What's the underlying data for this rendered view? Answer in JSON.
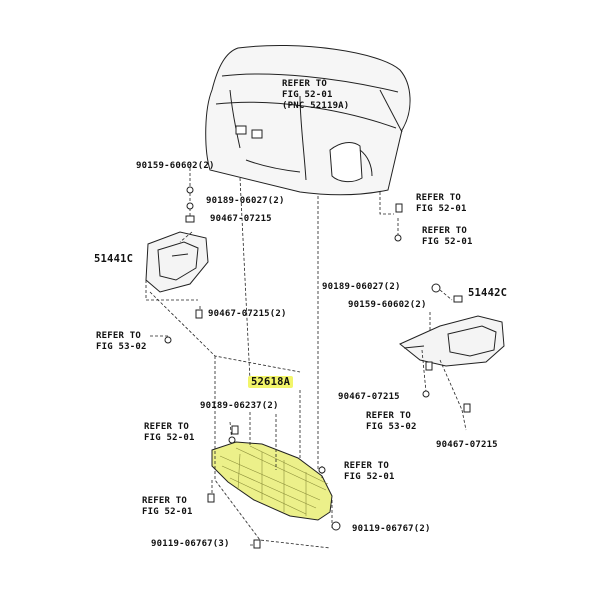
{
  "labels": {
    "bumper_ref_1": "REFER TO",
    "bumper_ref_2": "FIG  52-01",
    "bumper_ref_3": "(PNC 52119A)",
    "p90159_left": "90159-60602(2)",
    "p90189_06027_left": "90189-06027(2)",
    "p90467_left_top": "90467-07215",
    "p51441c": "51441C",
    "p90467_left_bottom": "90467-07215(2)",
    "ref_53_left_1": "REFER TO",
    "ref_53_left_2": "FIG  53-02",
    "ref_52_right_top_1": "REFER TO",
    "ref_52_right_top_2": "FIG  52-01",
    "ref_52_right_top2_1": "REFER TO",
    "ref_52_right_top2_2": "FIG  52-01",
    "p90189_06027_right": "90189-06027(2)",
    "p90159_right": "90159-60602(2)",
    "p51442c": "51442C",
    "p52618a": "52618A",
    "p90189_06237": "90189-06237(2)",
    "p90467_right_mid": "90467-07215",
    "ref_53_right_1": "REFER TO",
    "ref_53_right_2": "FIG  53-02",
    "p90467_right_bottom": "90467-07215",
    "ref_52_mid_left_1": "REFER TO",
    "ref_52_mid_left_2": "FIG  52-01",
    "ref_52_mid_right_1": "REFER TO",
    "ref_52_mid_right_2": "FIG  52-01",
    "ref_52_low_left_1": "REFER TO",
    "ref_52_low_left_2": "FIG  52-01",
    "p90119_right": "90119-06767(2)",
    "p90119_left": "90119-06767(3)"
  },
  "colors": {
    "line": "#222222",
    "highlight": "#f2f56a",
    "panel_fill": "#ecf08a",
    "panel_grid": "#8c8f3a"
  }
}
